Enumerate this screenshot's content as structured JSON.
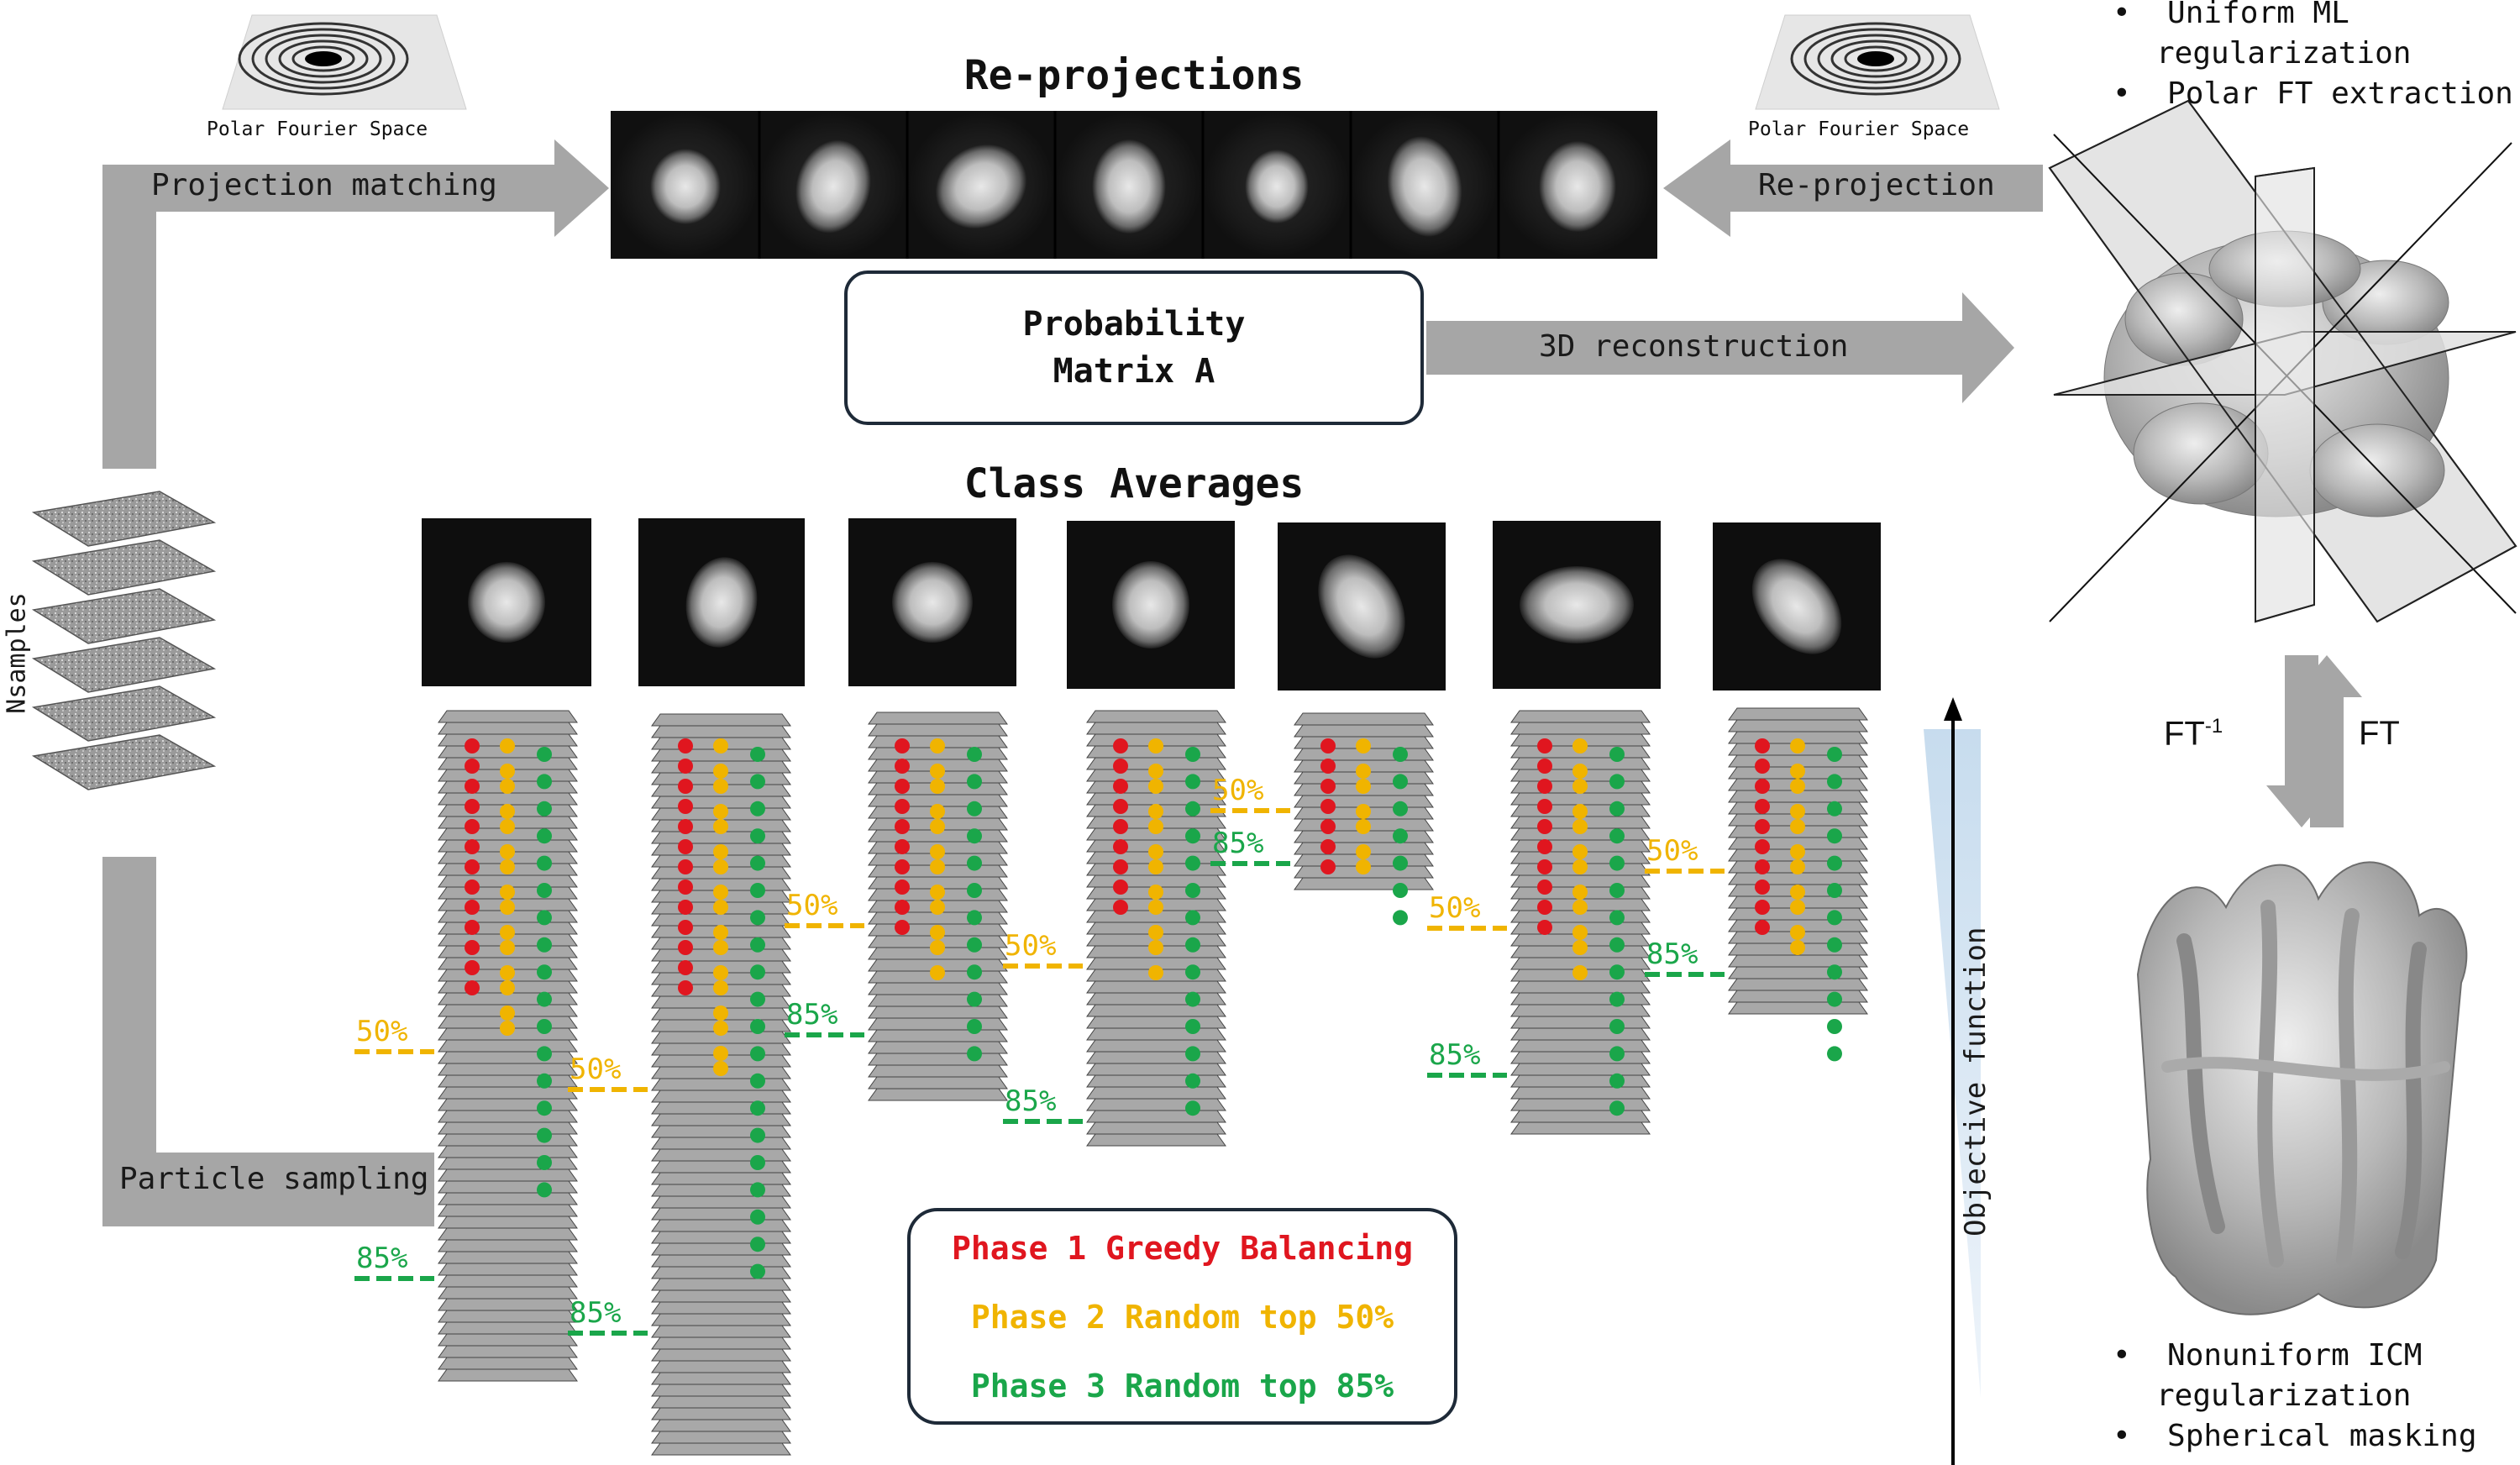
{
  "titles": {
    "reprojections": "Re-projections",
    "class_averages": "Class Averages"
  },
  "polar": {
    "left_label": "Polar Fourier Space",
    "right_label": "Polar Fourier Space"
  },
  "arrows": {
    "projection_matching": "Projection matching",
    "reprojection": "Re-projection",
    "reconstruction": "3D reconstruction",
    "particle_sampling": "Particle sampling",
    "ft_inverse": "FT",
    "ft_inverse_sup": "-1",
    "ft": "FT"
  },
  "probability_matrix": {
    "line1": "Probability",
    "line2": "Matrix A"
  },
  "nsamples": "Nsamples",
  "objective_function": "Objective function",
  "bullets_top": [
    "Uniform ML",
    "regularization",
    "Polar FT extraction"
  ],
  "bullets_bottom": [
    "Nonuniform ICM",
    "regularization",
    "Spherical masking"
  ],
  "legend": {
    "phase1": "Phase 1 Greedy Balancing",
    "phase2": "Phase 2 Random top 50%",
    "phase3": "Phase 3 Random top 85%"
  },
  "colors": {
    "phase1": "#e0161f",
    "phase2": "#f0b400",
    "phase3": "#1aa64a",
    "arrow_gray": "#a6a6a6",
    "box_border": "#1e2a38"
  },
  "thresholds": {
    "p50": "50%",
    "p85": "85%"
  },
  "icons": {
    "polar_space": "polar-ring-icon",
    "density_map": "density-map-icon",
    "reprojection_image": "reprojection-image-icon",
    "class_average_image": "class-average-image-icon",
    "particle_stack": "particle-stack-icon"
  }
}
